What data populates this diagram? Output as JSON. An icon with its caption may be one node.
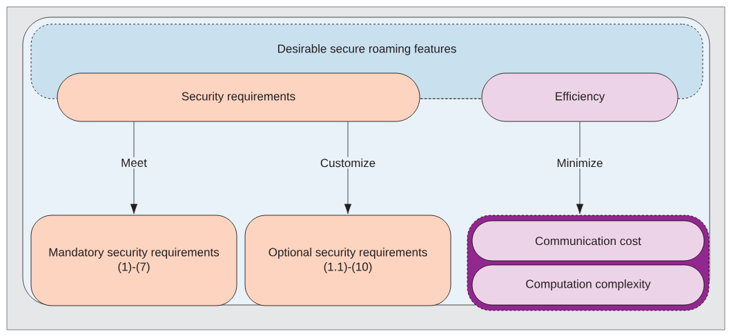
{
  "diagram": {
    "nodes": [
      {
        "text": [
          "Desirable secure roaming features"
        ]
      },
      {
        "text": [
          "Security requirements"
        ]
      },
      {
        "text": [
          "Efficiency"
        ]
      },
      {
        "text": [
          "Mandatory security requirements (1)-(7)"
        ]
      },
      {
        "text": [
          "Optional security requirements (1.1)-(10)"
        ]
      },
      {
        "text": [],
        "shape": "box"
      },
      {
        "text": [
          "Communication cost"
        ],
        "in": 5
      },
      {
        "text": [
          "Computation complexity"
        ],
        "in": 5
      }
    ],
    "edges": [
      {
        "from": 1,
        "to": 2,
        "arrow": "none",
        "style": "dashed"
      },
      {
        "from": 1,
        "to": 3,
        "arrow": "to",
        "label": "Meet"
      },
      {
        "from": 1,
        "to": 4,
        "arrow": "to",
        "label": "Customize"
      },
      {
        "from": 2,
        "to": 5,
        "arrow": "to",
        "label": "Minimize"
      }
    ]
  }
}
